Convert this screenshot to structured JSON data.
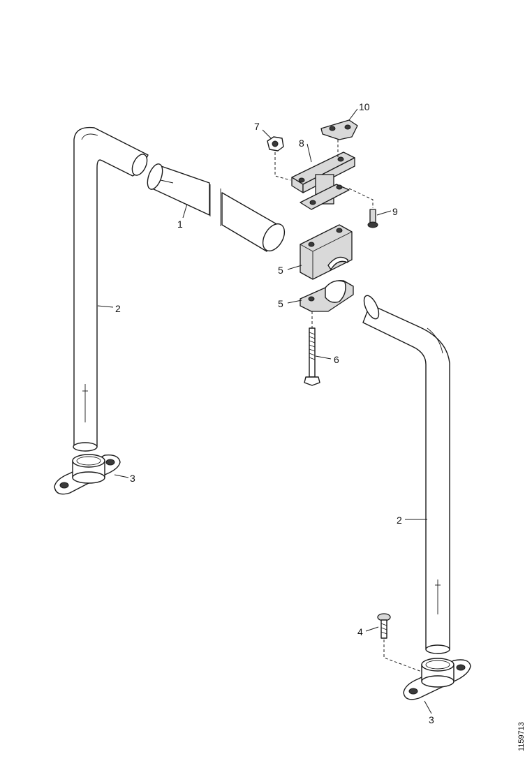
{
  "callouts": {
    "c1": "1",
    "c2a": "2",
    "c2b": "2",
    "c3a": "3",
    "c3b": "3",
    "c4": "4",
    "c5a": "5",
    "c5b": "5",
    "c6": "6",
    "c7": "7",
    "c8": "8",
    "c9": "9",
    "c10": "10"
  },
  "figure_id": "1159713"
}
